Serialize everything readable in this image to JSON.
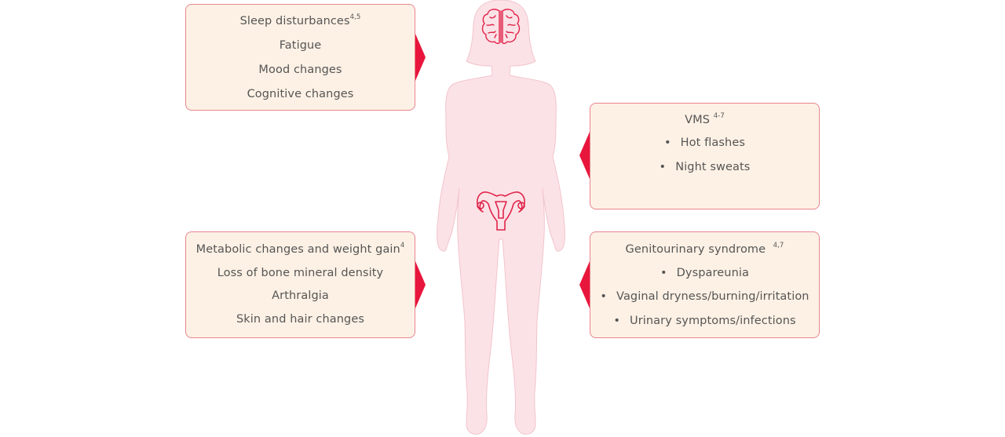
{
  "colors": {
    "box_fill": "#fdf1e5",
    "box_border": "#e8848e",
    "arrow": "#e8163c",
    "body_fill": "#fbe2e6",
    "body_outline": "#f2c4cc",
    "organ_stroke": "#e0234a",
    "text": "#555555"
  },
  "figure": {
    "icons": [
      "brain-icon",
      "uterus-icon"
    ]
  },
  "boxes": {
    "top_left": {
      "lines": [
        {
          "text": "Sleep disturbances",
          "sup": "4,5"
        },
        {
          "text": "Fatigue"
        },
        {
          "text": "Mood changes"
        },
        {
          "text": "Cognitive changes"
        }
      ]
    },
    "top_right": {
      "title": {
        "text": "VMS",
        "sup": "4-7"
      },
      "bullets": [
        "Hot flashes",
        "Night sweats"
      ]
    },
    "bottom_left": {
      "lines": [
        {
          "text": "Metabolic changes and weight gain",
          "sup": "4"
        },
        {
          "text": "Loss of bone mineral density"
        },
        {
          "text": "Arthralgia"
        },
        {
          "text": "Skin and hair changes"
        }
      ]
    },
    "bottom_right": {
      "title": {
        "text": "Genitourinary syndrome",
        "sup": "4,7"
      },
      "bullets": [
        "Dyspareunia",
        "Vaginal dryness/burning/irritation",
        "Urinary symptoms/infections"
      ]
    }
  }
}
